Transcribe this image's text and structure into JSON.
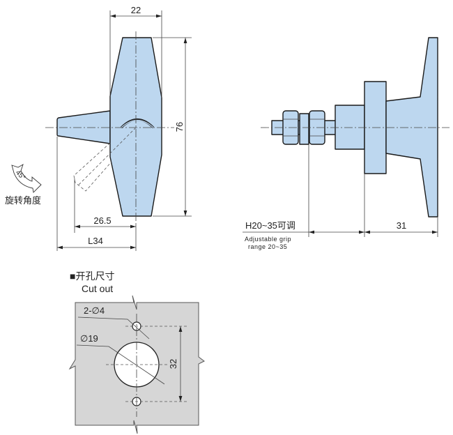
{
  "front_view": {
    "width_dim": "22",
    "height_dim": "76",
    "offset_dim": "26.5",
    "length_dim": "L34",
    "rotation_angle": "45°",
    "rotation_label": "旋转角度"
  },
  "side_view": {
    "grip_label": "H20~35可调",
    "grip_note_line1": "Adjustable grip",
    "grip_note_line2": "range  20~35",
    "depth_dim": "31"
  },
  "cutout": {
    "title": "■开孔尺寸",
    "subtitle": "Cut out",
    "small_hole_label": "2-∅4",
    "large_hole_label": "∅19",
    "hole_spacing_dim": "32"
  },
  "colors": {
    "part_fill": "#bdd7ef",
    "plate_fill": "#d6d6d6"
  }
}
